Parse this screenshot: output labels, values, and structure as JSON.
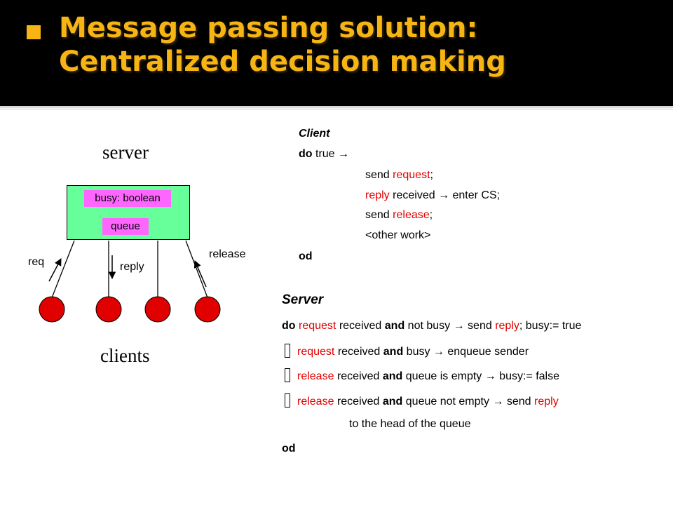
{
  "slide": {
    "title_line1": "Message passing solution:",
    "title_line2": "Centralized decision making"
  },
  "diagram": {
    "server_label": "server",
    "clients_label": "clients",
    "busy_tag": "busy: boolean",
    "queue_tag": "queue",
    "req_label": "req",
    "reply_label": "reply",
    "release_label": "release",
    "colors": {
      "server_box": "#66ff99",
      "tag": "#ff66ff",
      "client": "#e00000"
    }
  },
  "client_code": {
    "heading": "Client",
    "do_kw": "do",
    "true_text": "true",
    "arrow": "→",
    "send": "send",
    "request": "request",
    "semi": ";",
    "reply": "reply",
    "received_arrow": "received → enter CS;",
    "release": "release",
    "other_work": "<other work>",
    "od": "od"
  },
  "server_code": {
    "heading": "Server",
    "do_kw": "do",
    "request": "request",
    "release": "release",
    "reply": "reply",
    "and": "and",
    "l1_a": "received",
    "l1_b": "not busy → send",
    "l1_c": "; busy:= true",
    "l2_a": "received",
    "l2_b": "busy → enqueue sender",
    "l3_a": "received",
    "l3_b": "queue is empty → busy:= false",
    "l4_a": "received",
    "l4_b": "queue not empty → send",
    "l5": "to the head of the queue",
    "od": "od"
  }
}
